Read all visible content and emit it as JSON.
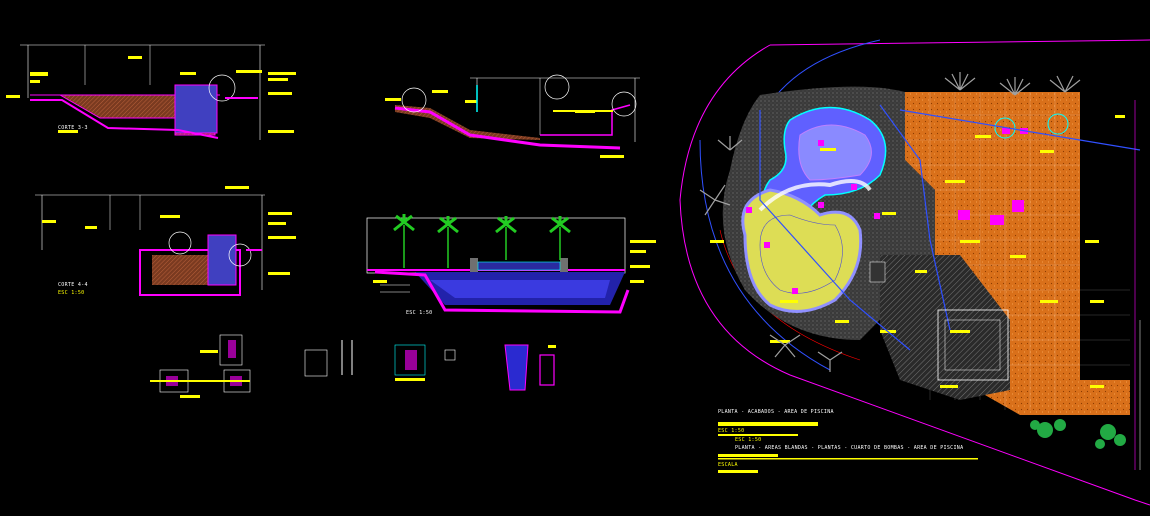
{
  "sections": {
    "corte_a": "CORTE 3-3",
    "corte_b": "CORTE 4-4",
    "corte_b_sub": "ESC 1:50",
    "corte_pool": "ESC 1:50"
  },
  "plan_notes": {
    "title": "PLANTA - ACABADOS - AREA DE PISCINA",
    "scale1": "ESC 1:50",
    "scale2": "ESC 1:50",
    "subtitle": "PLANTA - AREAS BLANDAS - PLANTAS - CUARTO DE BOMBAS - AREA DE PISCINA",
    "scale3": "ESCALA"
  },
  "colors": {
    "background": "#000000",
    "magenta": "#ff00ff",
    "yellow": "#ffff00",
    "blue": "#0000ff",
    "cyan": "#00ffff",
    "orange": "#e87a1e",
    "green": "#00ff00",
    "white": "#ffffff",
    "red": "#ff0000"
  }
}
